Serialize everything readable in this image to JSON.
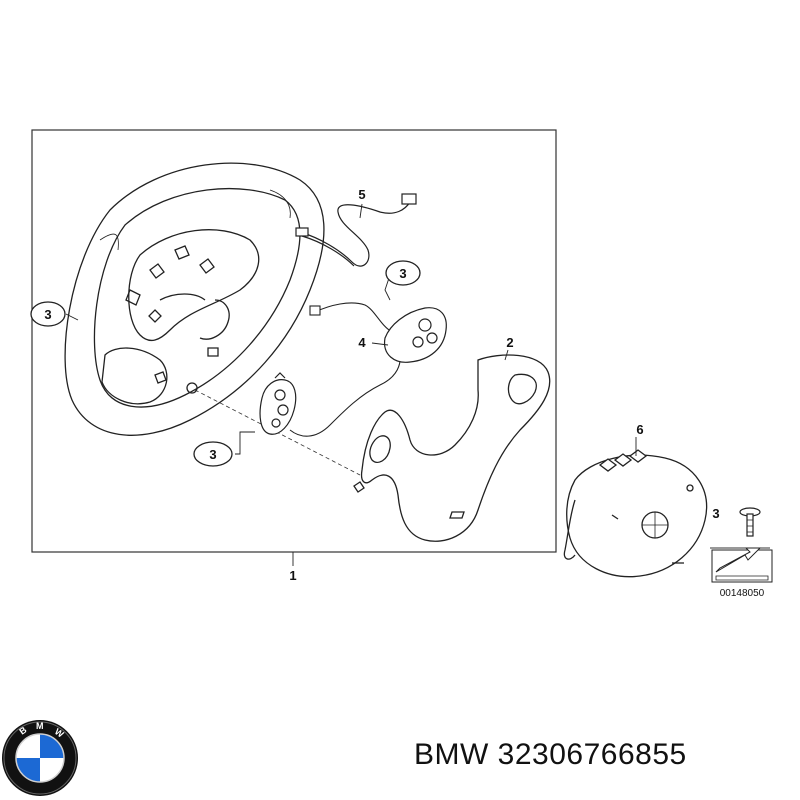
{
  "callouts": {
    "c1": "1",
    "c2": "2",
    "c3_left": "3",
    "c3_mid": "3",
    "c3_low": "3",
    "c3_side": "3",
    "c4": "4",
    "c5": "5",
    "c6": "6"
  },
  "reference_number": "00148050",
  "caption": {
    "brand": "BMW",
    "part_number": "32306766855"
  },
  "logo": {
    "letters": "BMW",
    "colors": {
      "blue": "#1c69d4",
      "white": "#ffffff",
      "ring": "#111111"
    }
  }
}
